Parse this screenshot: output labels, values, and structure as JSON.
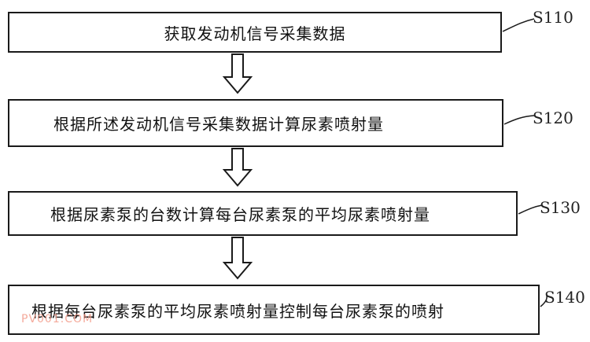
{
  "flowchart": {
    "steps": [
      {
        "id": "S110",
        "text": "获取发动机信号采集数据"
      },
      {
        "id": "S120",
        "text": "根据所述发动机信号采集数据计算尿素喷射量"
      },
      {
        "id": "S130",
        "text": "根据尿素泵的台数计算每台尿素泵的平均尿素喷射量"
      },
      {
        "id": "S140",
        "text": "根据每台尿素泵的平均尿素喷射量控制每台尿素泵的喷射"
      }
    ]
  },
  "watermark": "PV001.COM",
  "colors": {
    "line": "#1a1a1a",
    "watermark": "#f39c8a"
  }
}
